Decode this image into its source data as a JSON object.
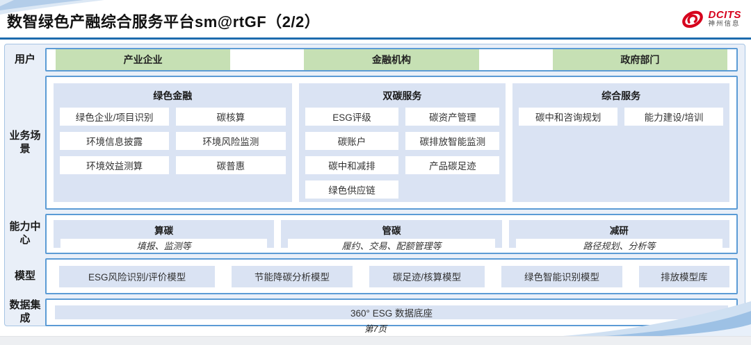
{
  "header": {
    "title": "数智绿色产融综合服务平台sm@rtGF（2/2）",
    "logo": {
      "brand": "DCITS",
      "subtitle": "神州信息"
    }
  },
  "rows": {
    "users": {
      "label": "用户",
      "items": [
        "产业企业",
        "金融机构",
        "政府部门"
      ]
    },
    "scenarios": {
      "label": "业务场景",
      "columns": [
        {
          "title": "绿色金融",
          "items": [
            "绿色企业/项目识别",
            "碳核算",
            "环境信息披露",
            "环境风险监测",
            "环境效益测算",
            "碳普惠"
          ]
        },
        {
          "title": "双碳服务",
          "items": [
            "ESG评级",
            "碳资产管理",
            "碳账户",
            "碳排放智能监测",
            "碳中和减排",
            "产品碳足迹",
            "绿色供应链"
          ]
        },
        {
          "title": "综合服务",
          "items": [
            "碳中和咨询规划",
            "能力建设/培训"
          ]
        }
      ]
    },
    "capabilities": {
      "label": "能力中心",
      "columns": [
        {
          "title": "算碳",
          "desc": "填报、监测等"
        },
        {
          "title": "管碳",
          "desc": "履约、交易、配额管理等"
        },
        {
          "title": "减研",
          "desc": "路径规划、分析等"
        }
      ]
    },
    "models": {
      "label": "模型",
      "items": [
        "ESG风险识别/评价模型",
        "节能降碳分析模型",
        "碳足迹/核算模型",
        "绿色智能识别模型",
        "排放模型库"
      ]
    },
    "data_integration": {
      "label": "数据集成",
      "items": [
        "360° ESG 数据底座"
      ]
    }
  },
  "footer": {
    "page": "第7页"
  },
  "colors": {
    "header_line": "#1d6cae",
    "box_border_blue": "#5b9bd5",
    "panel_fill": "#dae3f3",
    "container_fill": "#e9eff8",
    "user_green": "#c6e0b4",
    "logo_red": "#d6001c"
  }
}
